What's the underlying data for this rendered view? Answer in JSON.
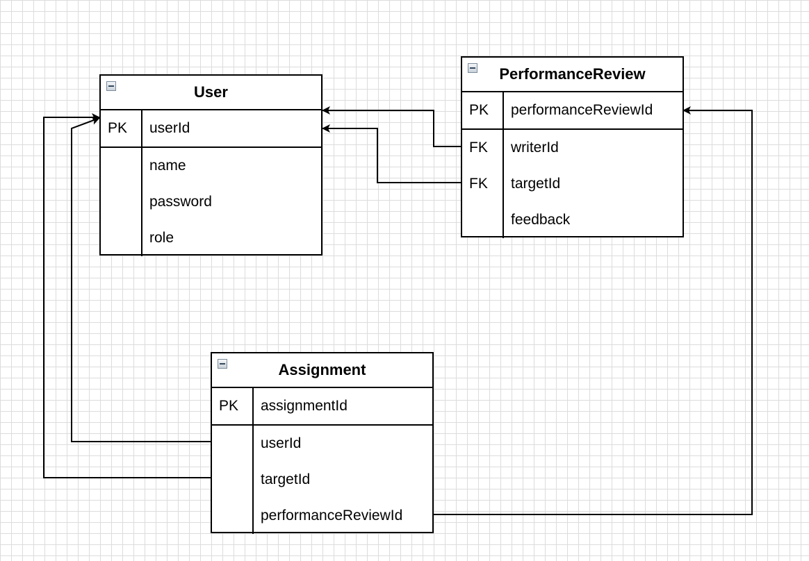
{
  "entities": {
    "user": {
      "title": "User",
      "pk": {
        "key": "PK",
        "field": "userId"
      },
      "rows": [
        {
          "key": "",
          "field": "name"
        },
        {
          "key": "",
          "field": "password"
        },
        {
          "key": "",
          "field": "role"
        }
      ]
    },
    "performanceReview": {
      "title": "PerformanceReview",
      "pk": {
        "key": "PK",
        "field": "performanceReviewId"
      },
      "rows": [
        {
          "key": "FK",
          "field": "writerId"
        },
        {
          "key": "FK",
          "field": "targetId"
        },
        {
          "key": "",
          "field": "feedback"
        }
      ]
    },
    "assignment": {
      "title": "Assignment",
      "pk": {
        "key": "PK",
        "field": "assignmentId"
      },
      "rows": [
        {
          "key": "",
          "field": "userId"
        },
        {
          "key": "",
          "field": "targetId"
        },
        {
          "key": "",
          "field": "performanceReviewId"
        }
      ]
    }
  },
  "relationships": [
    {
      "from": "PerformanceReview.writerId",
      "to": "User.userId"
    },
    {
      "from": "PerformanceReview.targetId",
      "to": "User.userId"
    },
    {
      "from": "Assignment.userId",
      "to": "User.userId"
    },
    {
      "from": "Assignment.targetId",
      "to": "User.userId"
    },
    {
      "from": "Assignment.performanceReviewId",
      "to": "PerformanceReview.performanceReviewId"
    }
  ]
}
